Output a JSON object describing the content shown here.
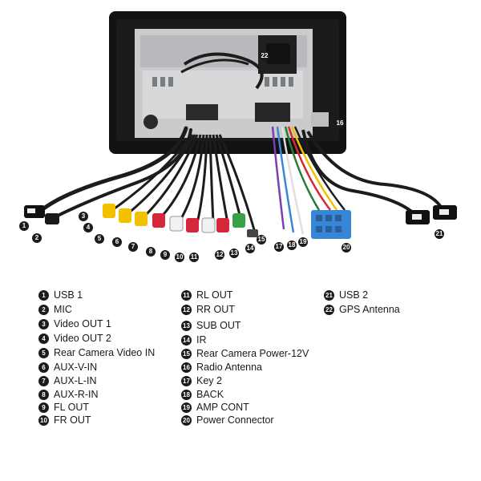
{
  "legend": [
    {
      "num": "1",
      "label": "USB 1"
    },
    {
      "num": "2",
      "label": "MIC"
    },
    {
      "num": "3",
      "label": "Video OUT 1"
    },
    {
      "num": "4",
      "label": "Video OUT 2"
    },
    {
      "num": "5",
      "label": "Rear Camera Video IN"
    },
    {
      "num": "6",
      "label": "AUX-V-IN"
    },
    {
      "num": "7",
      "label": "AUX-L-IN"
    },
    {
      "num": "8",
      "label": "AUX-R-IN"
    },
    {
      "num": "9",
      "label": "FL OUT"
    },
    {
      "num": "10",
      "label": "FR OUT"
    },
    {
      "num": "11",
      "label": "RL OUT"
    },
    {
      "num": "12",
      "label": "RR OUT"
    },
    {
      "num": "13",
      "label": "SUB OUT"
    },
    {
      "num": "14",
      "label": "IR"
    },
    {
      "num": "15",
      "label": "Rear Camera Power-12V"
    },
    {
      "num": "16",
      "label": "Radio Antenna"
    },
    {
      "num": "17",
      "label": "Key 2"
    },
    {
      "num": "18",
      "label": "BACK"
    },
    {
      "num": "19",
      "label": "AMP CONT"
    },
    {
      "num": "20",
      "label": "Power Connector"
    },
    {
      "num": "21",
      "label": "USB 2"
    },
    {
      "num": "22",
      "label": "GPS Antenna"
    }
  ],
  "colors": {
    "frame": "#121212",
    "chassis": "#c9cbcd",
    "cable": "#1c1c1c",
    "rca_yellow": "#f2c200",
    "rca_red": "#d6263a",
    "rca_white": "#f1f1f1",
    "rca_green": "#38a047",
    "power_connector": "#3a86d6"
  }
}
